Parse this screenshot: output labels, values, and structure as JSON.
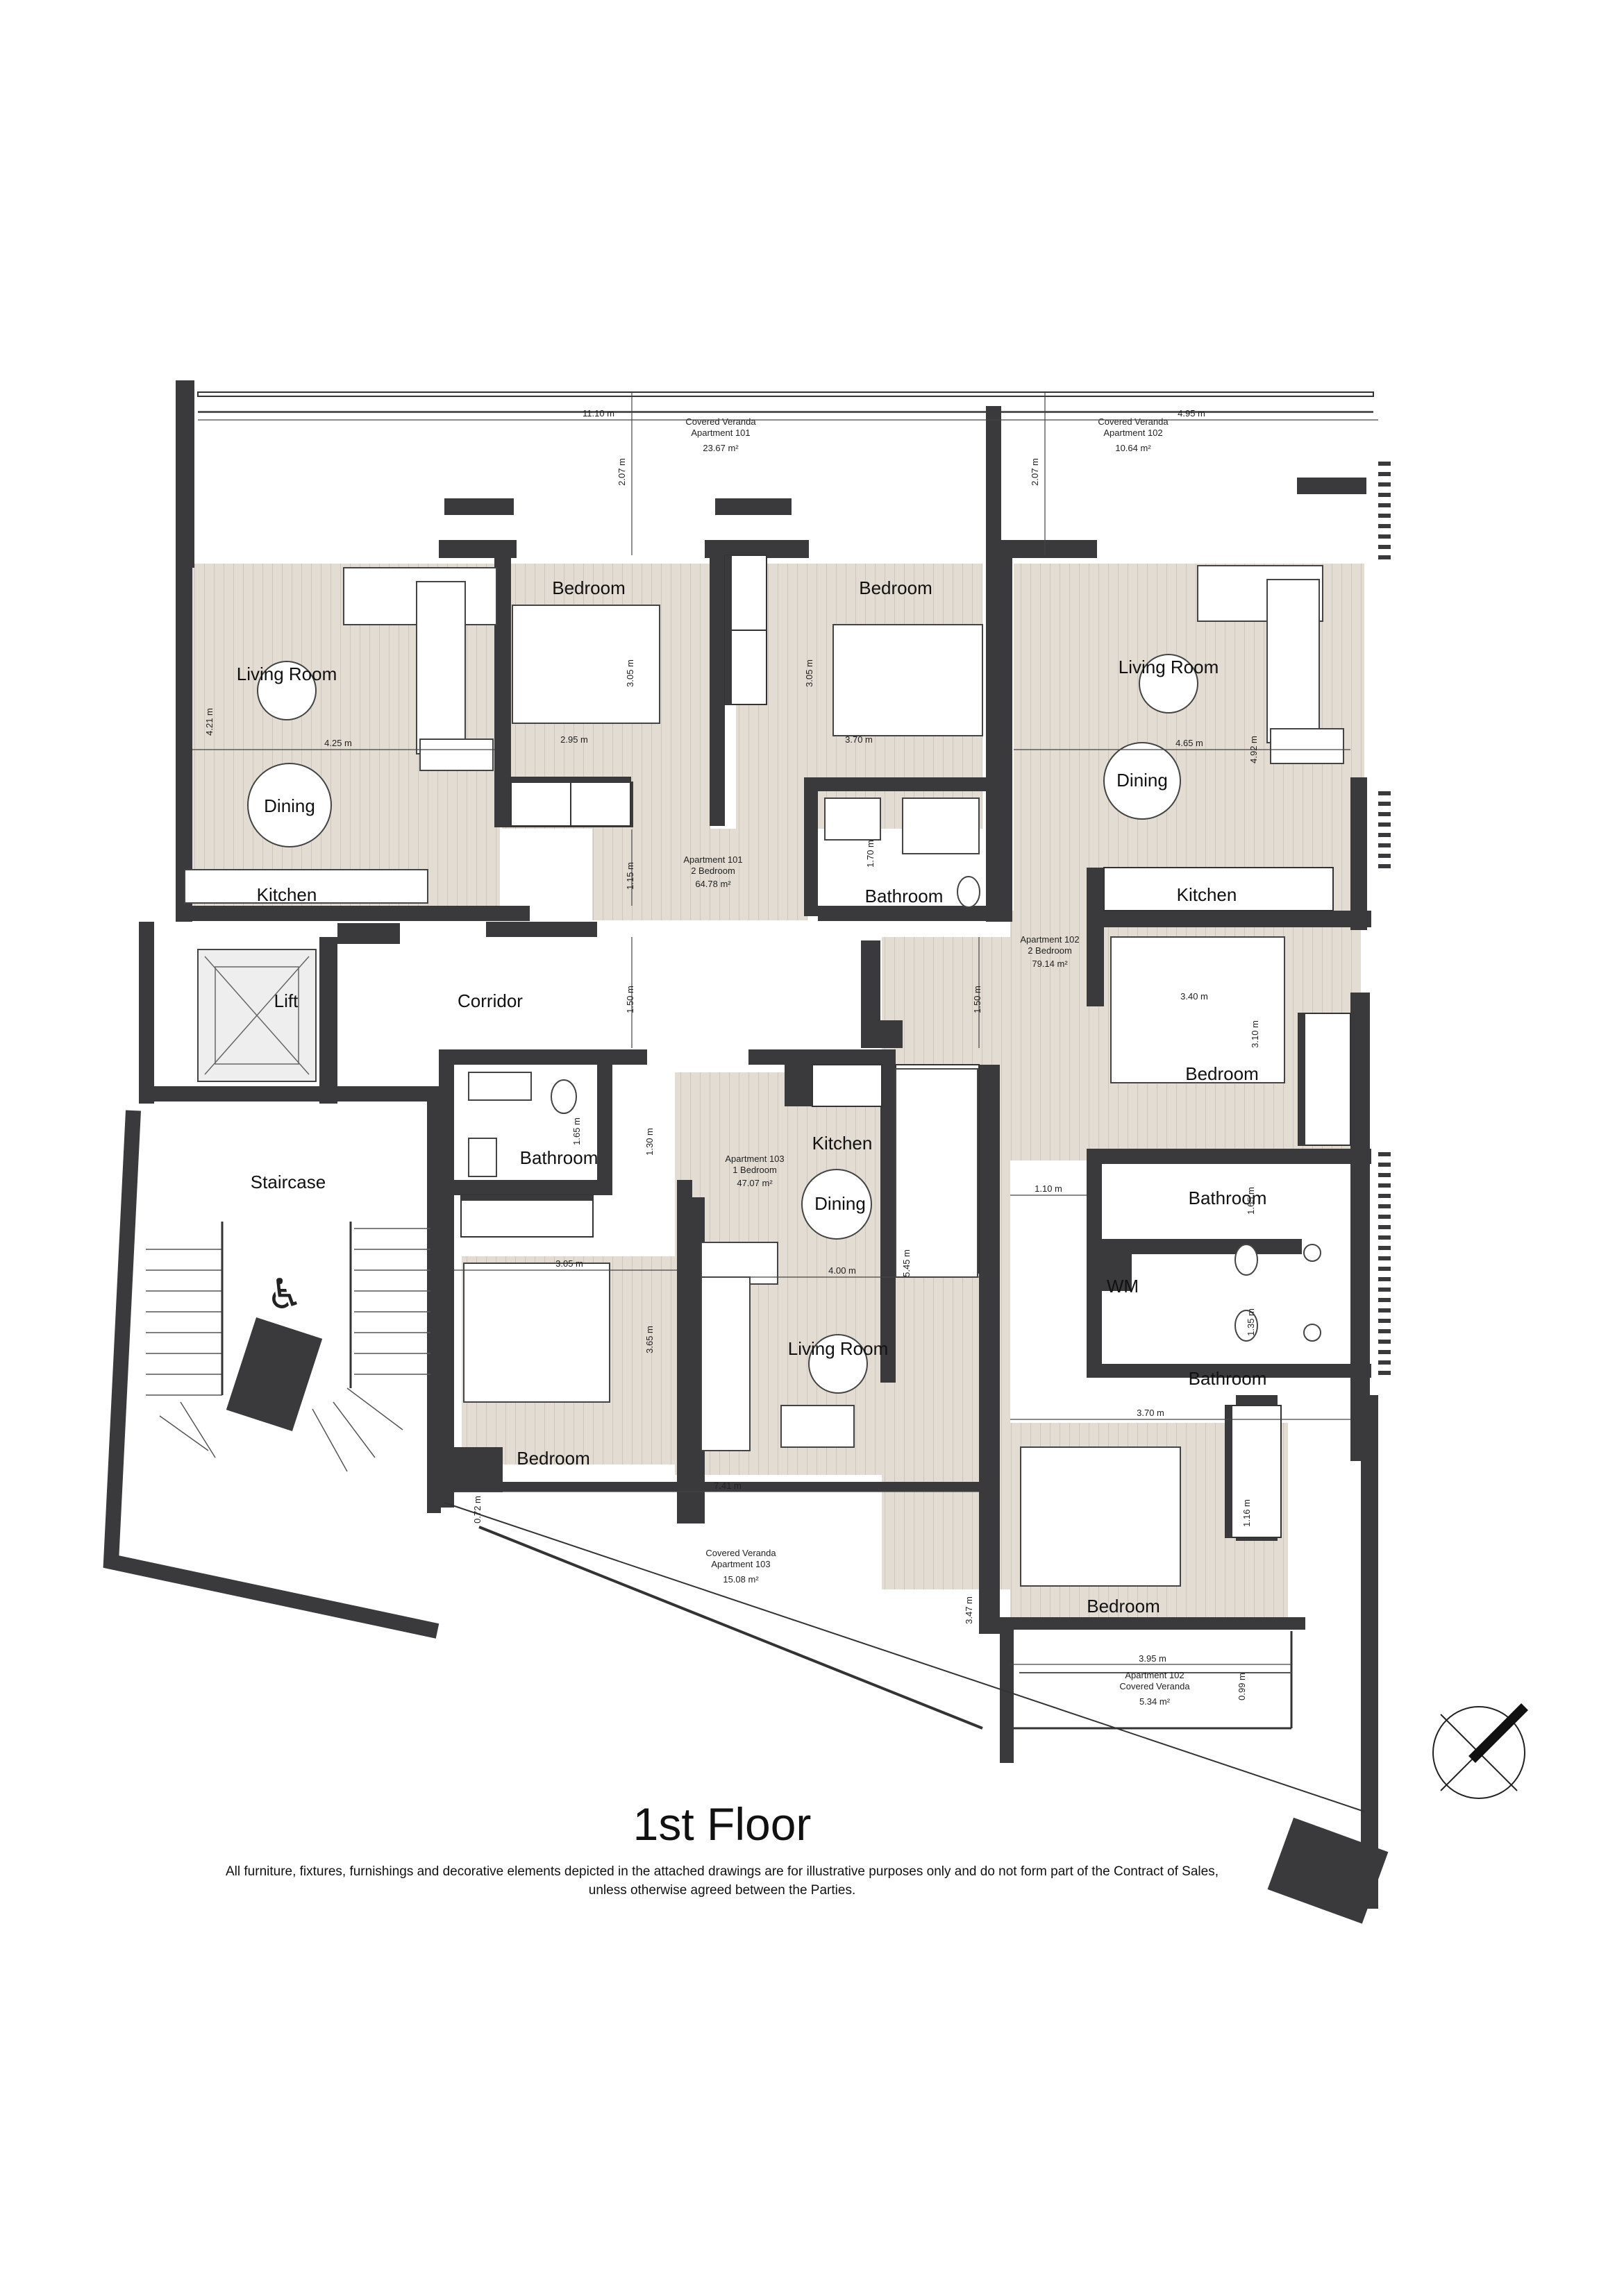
{
  "title": "1st Floor",
  "disclaimer": "All furniture, fixtures, furnishings and decorative elements depicted in the attached drawings are for illustrative purposes only and do not form part of the Contract of Sales, unless otherwise agreed between the Parties.",
  "rooms": {
    "living_room_101": "Living Room",
    "dining_101": "Dining",
    "kitchen_101": "Kitchen",
    "bedroom_101a": "Bedroom",
    "bedroom_101b": "Bedroom",
    "bathroom_101": "Bathroom",
    "lift": "Lift",
    "corridor": "Corridor",
    "staircase": "Staircase",
    "living_room_102": "Living Room",
    "dining_102": "Dining",
    "kitchen_102": "Kitchen",
    "bedroom_102a": "Bedroom",
    "bathroom_102a": "Bathroom",
    "wm": "WM",
    "bathroom_102b": "Bathroom",
    "bedroom_102b": "Bedroom",
    "bathroom_103": "Bathroom",
    "kitchen_103": "Kitchen",
    "dining_103": "Dining",
    "living_room_103": "Living Room",
    "bedroom_103": "Bedroom"
  },
  "areas": {
    "veranda_101": {
      "line1": "Covered Veranda",
      "line2": "Apartment 101",
      "area": "23.67 m²"
    },
    "veranda_102_top": {
      "line1": "Covered Veranda",
      "line2": "Apartment 102",
      "area": "10.64 m²"
    },
    "apt_101": {
      "line1": "Apartment 101",
      "line2": "2 Bedroom",
      "area": "64.78 m²"
    },
    "apt_102": {
      "line1": "Apartment 102",
      "line2": "2 Bedroom",
      "area": "79.14 m²"
    },
    "apt_103": {
      "line1": "Apartment 103",
      "line2": "1 Bedroom",
      "area": "47.07 m²"
    },
    "veranda_103": {
      "line1": "Covered Veranda",
      "line2": "Apartment 103",
      "area": "15.08 m²"
    },
    "veranda_102_bottom": {
      "line1": "Apartment 102",
      "line2": "Covered Veranda",
      "area": "5.34 m²"
    }
  },
  "dimensions": {
    "d_11_10": "11.10 m",
    "d_4_95": "4.95 m",
    "d_2_07a": "2.07 m",
    "d_2_07b": "2.07 m",
    "d_4_21": "4.21 m",
    "d_4_25": "4.25 m",
    "d_3_05a": "3.05 m",
    "d_2_95": "2.95 m",
    "d_3_05b": "3.05 m",
    "d_3_70a": "3.70 m",
    "d_4_65": "4.65 m",
    "d_4_92": "4.92 m",
    "d_1_15": "1.15 m",
    "d_1_70": "1.70 m",
    "d_1_50a": "1.50 m",
    "d_1_50b": "1.50 m",
    "d_3_40": "3.40 m",
    "d_3_10": "3.10 m",
    "d_1_65a": "1.65 m",
    "d_1_30": "1.30 m",
    "d_3_05c": "3.05 m",
    "d_4_00": "4.00 m",
    "d_5_45": "5.45 m",
    "d_3_65": "3.65 m",
    "d_1_10": "1.10 m",
    "d_1_65b": "1.65 m",
    "d_1_35": "1.35 m",
    "d_3_70b": "3.70 m",
    "d_1_16": "1.16 m",
    "d_7_41": "7.41 m",
    "d_0_72": "0.72 m",
    "d_3_47": "3.47 m",
    "d_3_95": "3.95 m",
    "d_0_99": "0.99 m"
  }
}
